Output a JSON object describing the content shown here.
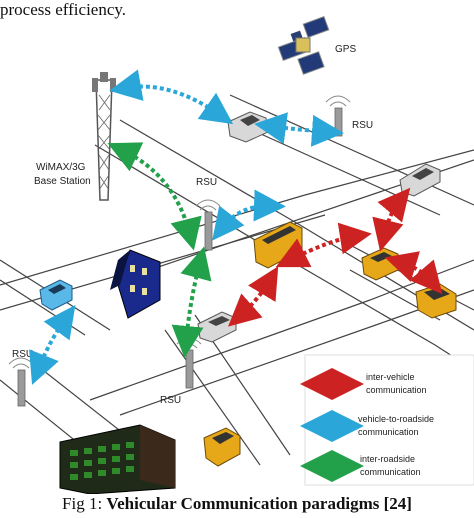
{
  "top_text": "process efficiency.",
  "labels": {
    "gps": "GPS",
    "base_station_line1": "WiMAX/3G",
    "base_station_line2": "Base Station",
    "rsu_top_right": "RSU",
    "rsu_center": "RSU",
    "rsu_left": "RSU",
    "rsu_bottom": "RSU"
  },
  "legend": {
    "items": [
      {
        "line1": "inter-vehicle",
        "line2": "communication",
        "color": "#cc2222"
      },
      {
        "line1": "vehicle-to-roadside",
        "line2": "communication",
        "color": "#2aa7d8"
      },
      {
        "line1": "inter-roadside",
        "line2": "communication",
        "color": "#22a04a"
      }
    ]
  },
  "caption": {
    "prefix": "Fig 1: ",
    "bold": "Vehicular Communication paradigms [24]"
  },
  "colors": {
    "inter_vehicle": "#cc2222",
    "vehicle_to_roadside": "#2aa7d8",
    "inter_roadside": "#22a04a",
    "road": "#444444"
  }
}
